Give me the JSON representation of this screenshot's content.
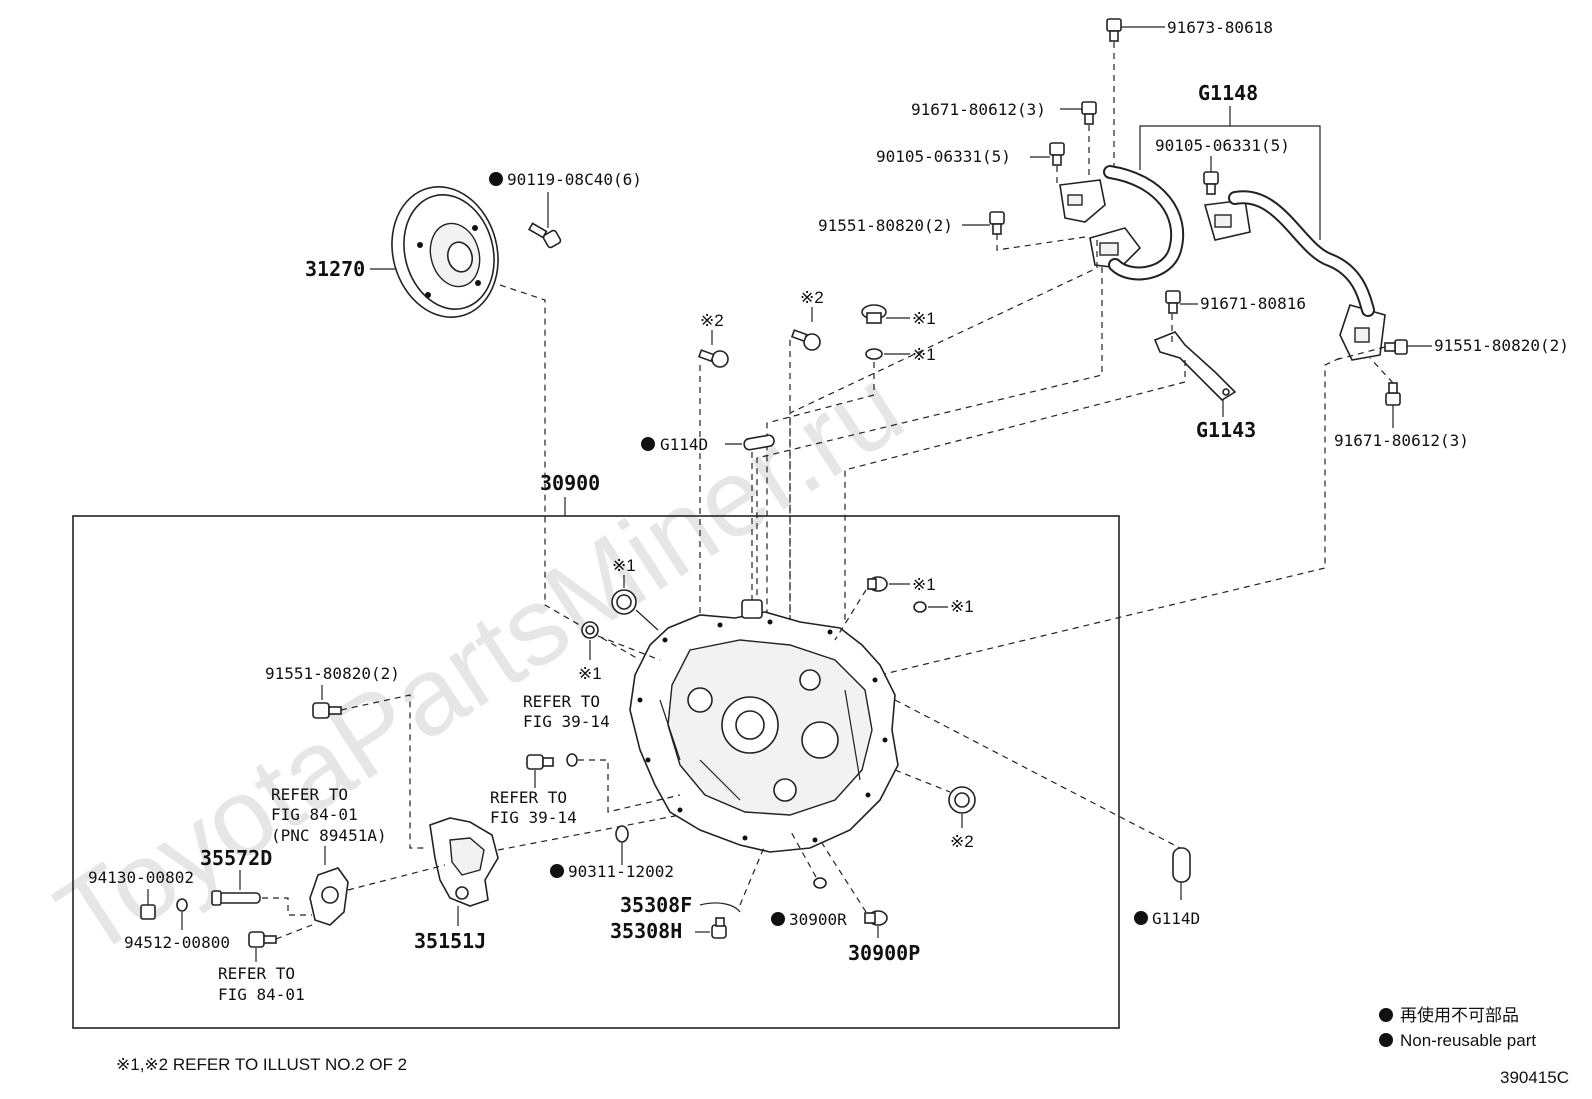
{
  "watermark": "ToyotaPartsMiner.ru",
  "group_label": "30900",
  "parts": {
    "p91673_80618": "91673-80618",
    "p91671_80612_top": "91671-80612(3)",
    "p90105_06331_left": "90105-06331(5)",
    "p91551_80820_top": "91551-80820(2)",
    "g1148": "G1148",
    "p90105_06331_right": "90105-06331(5)",
    "p91671_80816": "91671-80816",
    "p91551_80820_right": "91551-80820(2)",
    "g1143": "G1143",
    "p91671_80612_right": "91671-80612(3)",
    "p90119_08c40": "90119-08C40(6)",
    "p31270": "31270",
    "g114d_top": "G114D",
    "g114d_bottom": "G114D",
    "p91551_80820_left": "91551-80820(2)",
    "p35572d": "35572D",
    "p94130_00802": "94130-00802",
    "p94512_00800": "94512-00800",
    "p35151j": "35151J",
    "p90311_12002": "90311-12002",
    "p35308f": "35308F",
    "p35308h": "35308H",
    "p30900r": "30900R",
    "p30900p": "30900P"
  },
  "marks": {
    "m1": "※1",
    "m2": "※2"
  },
  "refers": {
    "fig39_a_l1": "REFER TO",
    "fig39_a_l2": "FIG 39-14",
    "fig39_b_l1": "REFER TO",
    "fig39_b_l2": "FIG 39-14",
    "fig84_a_l1": "REFER TO",
    "fig84_a_l2": "FIG 84-01",
    "fig84_a_l3": "(PNC 89451A)",
    "fig84_b_l1": "REFER TO",
    "fig84_b_l2": "FIG 84-01"
  },
  "legend": {
    "jp": "再使用不可部品",
    "en": "Non-reusable part"
  },
  "footnote": "※1,※2 REFER TO ILLUST NO.2 OF 2",
  "illust_code": "390415C"
}
